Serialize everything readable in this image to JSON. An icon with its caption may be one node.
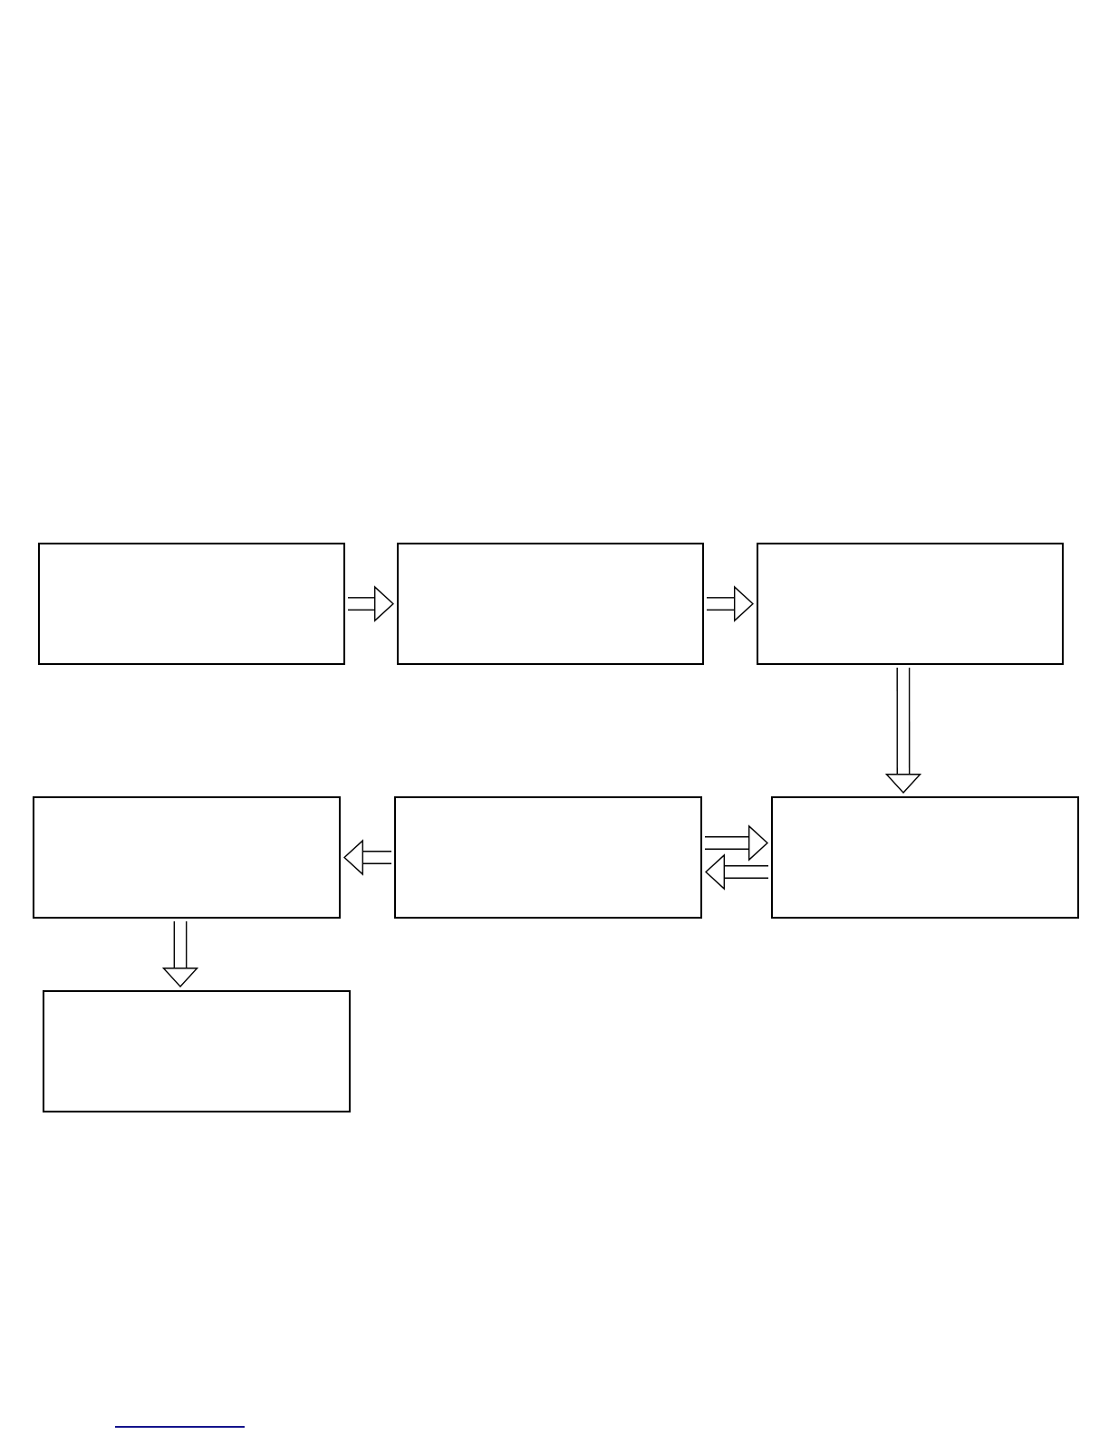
{
  "diagram": {
    "nodes": [
      {
        "text": [],
        "shape": "box"
      },
      {
        "text": [],
        "shape": "box"
      },
      {
        "text": [],
        "shape": "box"
      },
      {
        "text": [],
        "shape": "box"
      },
      {
        "text": [],
        "shape": "box"
      },
      {
        "text": [],
        "shape": "box"
      },
      {
        "text": [],
        "shape": "box"
      }
    ],
    "edges": [
      {
        "from": 0,
        "to": 1,
        "arrow": "to"
      },
      {
        "from": 1,
        "to": 2,
        "arrow": "to"
      },
      {
        "from": 2,
        "to": 5,
        "arrow": "to"
      },
      {
        "from": 4,
        "to": 5,
        "arrow": "to"
      },
      {
        "from": 5,
        "to": 4,
        "arrow": "to"
      },
      {
        "from": 4,
        "to": 3,
        "arrow": "to"
      },
      {
        "from": 3,
        "to": 6,
        "arrow": "to"
      }
    ]
  }
}
